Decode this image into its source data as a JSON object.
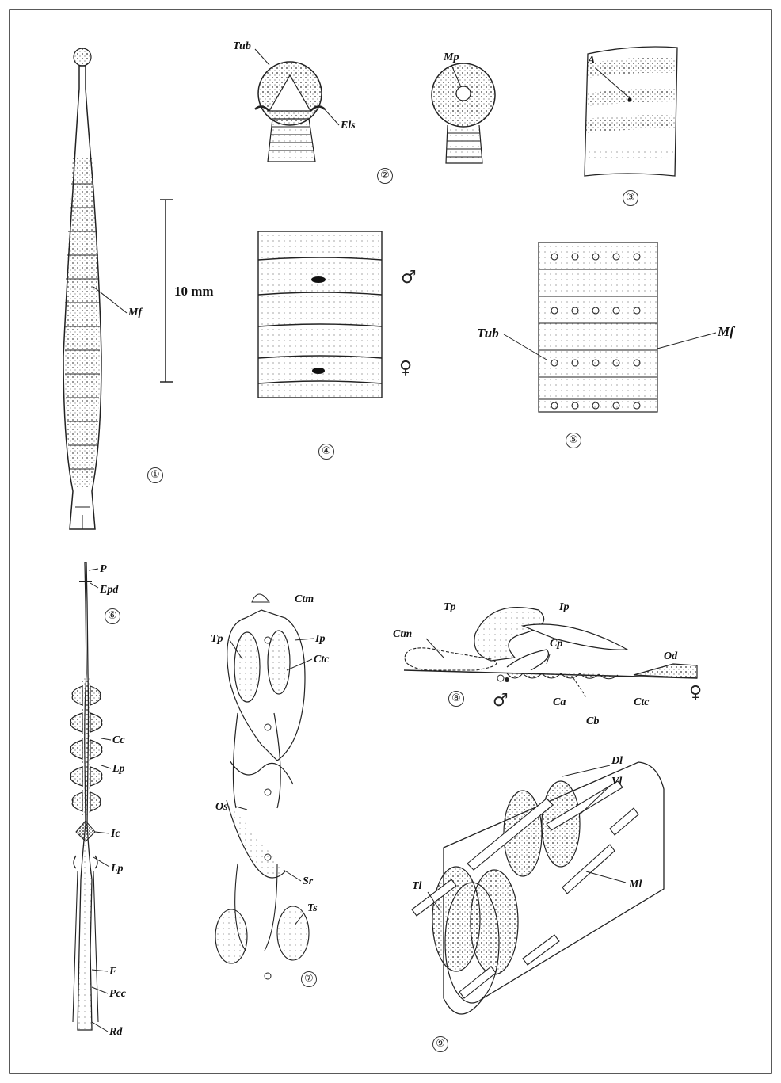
{
  "figures": {
    "f1": {
      "number": "①",
      "labels": {
        "mf": "Mf"
      },
      "scale": "10 mm"
    },
    "f2": {
      "number": "②",
      "labels": {
        "tub": "Tub",
        "els": "Els",
        "mp": "Mp"
      }
    },
    "f3": {
      "number": "③",
      "labels": {
        "a": "A"
      }
    },
    "f4": {
      "number": "④",
      "symbols": {
        "male": "♂",
        "female": "♀"
      }
    },
    "f5": {
      "number": "⑤",
      "labels": {
        "tub": "Tub",
        "mf": "Mf"
      }
    },
    "f6": {
      "number": "⑥",
      "labels": {
        "p": "P",
        "epd": "Epd",
        "cc": "Cc",
        "lp1": "Lp",
        "ic": "Ic",
        "lp2": "Lp",
        "f": "F",
        "pcc": "Pcc",
        "rd": "Rd"
      }
    },
    "f7": {
      "number": "⑦",
      "labels": {
        "ctm": "Ctm",
        "tp": "Tp",
        "ip": "Ip",
        "ctc": "Ctc",
        "os": "Os",
        "sr": "Sr",
        "ts": "Ts"
      }
    },
    "f8": {
      "number": "⑧",
      "labels": {
        "tp": "Tp",
        "ip": "Ip",
        "ctm": "Ctm",
        "cp": "Cp",
        "od": "Od",
        "ca": "Ca",
        "ctc": "Ctc",
        "cb": "Cb"
      },
      "symbols": {
        "male": "♂",
        "female": "♀"
      }
    },
    "f9": {
      "number": "⑨",
      "labels": {
        "dl": "Dl",
        "vl": "Vl",
        "tl": "Tl",
        "ml": "Ml"
      }
    }
  }
}
